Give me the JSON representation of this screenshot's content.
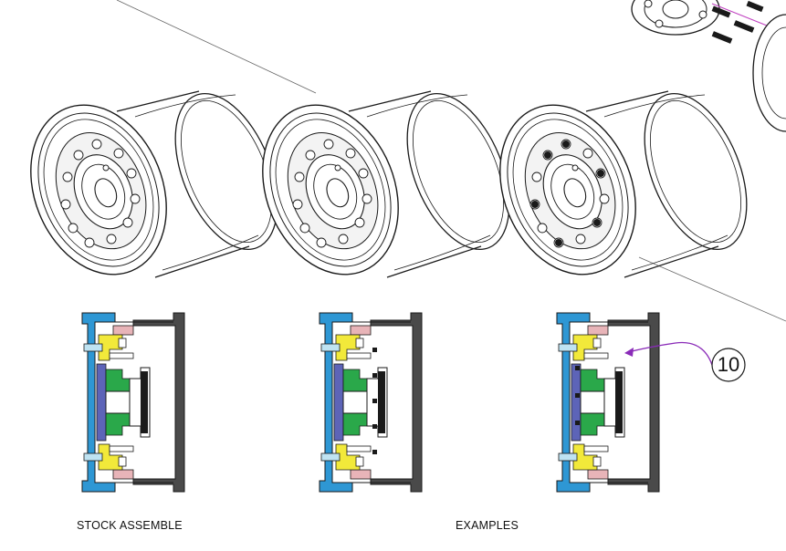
{
  "captions": {
    "stock": "STOCK ASSEMBLE",
    "examples": "EXAMPLES"
  },
  "callout": {
    "number": "10"
  },
  "colors": {
    "outline": "#1a1a1a",
    "outer_shell": "#2e97d4",
    "inner_shell": "#4a4a4a",
    "adapter_yellow": "#f2e93a",
    "hub_green": "#2aa84a",
    "backing_plate": "#5d64b8",
    "bolt_light_blue": "#bfe3f2",
    "spacer_pink": "#e8b4b8",
    "callout_arrow": "#8a2bb8"
  },
  "icons": [
    "wheel-isometric-icon",
    "wheel-cross-section-icon",
    "callout-arrow-icon"
  ]
}
